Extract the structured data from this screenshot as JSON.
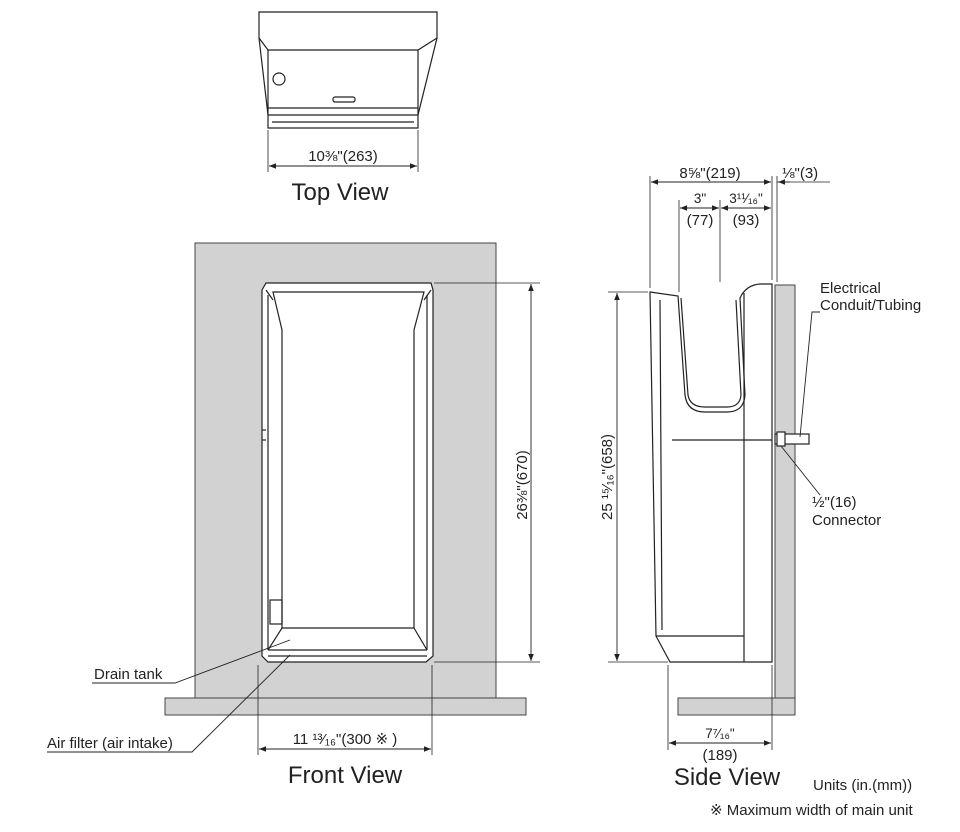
{
  "top_view": {
    "title": "Top View",
    "width_dim": "10⅜\"(263)"
  },
  "front_view": {
    "title": "Front View",
    "height_dim": "26⅜\"(670)",
    "width_dim": "11 ¹³⁄₁₆\"(300 ※ )",
    "callouts": {
      "drain_tank": "Drain tank",
      "air_filter": "Air filter (air intake)"
    }
  },
  "side_view": {
    "title": "Side View",
    "depth_dim": "8⅝\"(219)",
    "gap_dim": "⅛\"(3)",
    "slot_left_in": "3\"",
    "slot_left_mm": "(77)",
    "slot_right_in": "3¹¹⁄₁₆\"",
    "slot_right_mm": "(93)",
    "height_dim": "25 ¹⁵⁄₁₆\"(658)",
    "base_in": "7⁷⁄₁₆\"",
    "base_mm": "(189)",
    "conduit_line1": "Electrical",
    "conduit_line2": "Conduit/Tubing",
    "connector_line1": "½\"(16)",
    "connector_line2": "Connector"
  },
  "units_label": "Units (in.(mm))",
  "footnote": "※ Maximum width of main unit"
}
